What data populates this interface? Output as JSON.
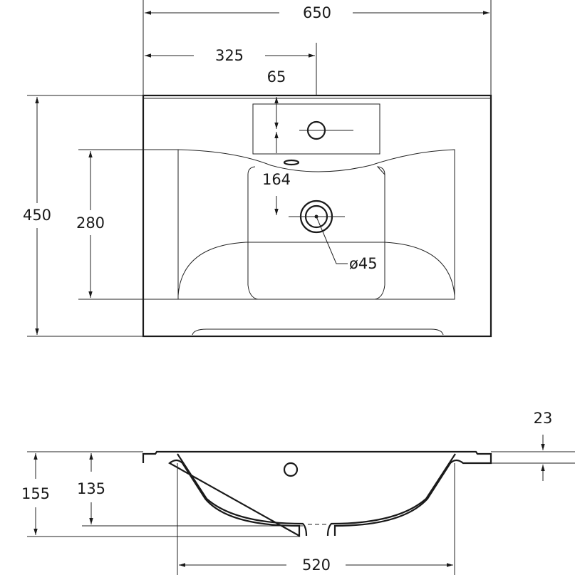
{
  "top_view": {
    "width_total": "650",
    "half_width": "325",
    "tap_offset": "65",
    "tap_to_drain": "164",
    "depth_total": "450",
    "bowl_depth": "280",
    "drain_diameter": "ø45"
  },
  "side_view": {
    "flange_thickness": "23",
    "total_height": "155",
    "bowl_height": "135",
    "bowl_width": "520"
  },
  "colors": {
    "line": "#1a1a1a",
    "background": "#ffffff"
  }
}
